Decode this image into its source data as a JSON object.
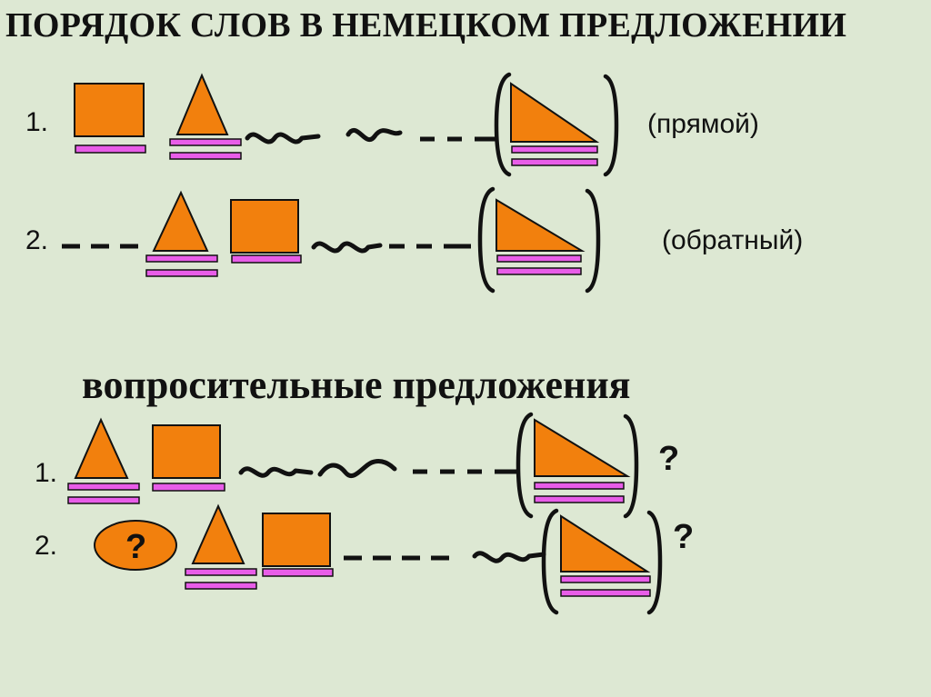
{
  "title": "ПОРЯДОК СЛОВ В НЕМЕЦКОМ ПРЕДЛОЖЕНИИ",
  "subtitle": "вопросительные предложения",
  "statements": [
    {
      "number": "1.",
      "label": "(прямой)"
    },
    {
      "number": "2.",
      "label": "(обратный)"
    }
  ],
  "questions": [
    {
      "number": "1.",
      "mark": "?"
    },
    {
      "number": "2.",
      "mark": "?",
      "oval_mark": "?"
    }
  ],
  "colors": {
    "background": "#dde8d3",
    "shape_fill": "#f2800d",
    "underline_fill": "#e85de8",
    "stroke": "#111111"
  }
}
